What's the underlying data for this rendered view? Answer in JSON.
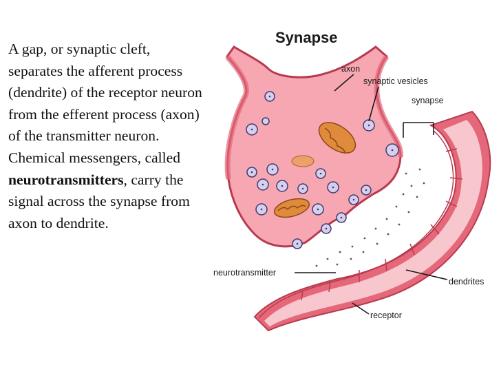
{
  "description": {
    "part1": "A gap, or synaptic cleft, separates the afferent process (dendrite) of the receptor neuron from the efferent process (axon) of the transmitter neuron. Chemical messengers, called ",
    "bold_term": "neurotransmitters",
    "part2": ", carry the signal across the synapse from axon to dendrite."
  },
  "diagram": {
    "title": "Synapse",
    "labels": {
      "axon": "axon",
      "synaptic_vesicles": "synaptic vesicles",
      "synapse": "synapse",
      "neurotransmitter": "neurotransmitter",
      "dendrites": "dendrites",
      "receptor": "receptor"
    }
  },
  "colors": {
    "membrane": "#e4687a",
    "membrane_outline": "#b83a4e",
    "cytoplasm": "#f6a7b2",
    "vesicle": "#d7d0ec",
    "vesicle_outline": "#3f3a73",
    "mitochondrion": "#e08a3c"
  }
}
